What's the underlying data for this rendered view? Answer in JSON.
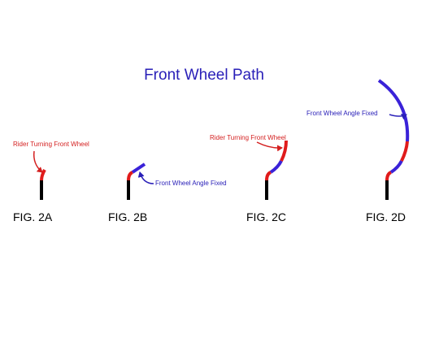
{
  "title": "Front Wheel Path",
  "colors": {
    "title": "#2a20b8",
    "red_label": "#d42020",
    "blue_label": "#2a20b8",
    "red_path": "#e01b1b",
    "blue_path": "#3a22d8",
    "post": "#000000",
    "fig_label": "#000000"
  },
  "figures": [
    {
      "label": "FIG. 2A",
      "annotation": "Rider Turning Front Wheel"
    },
    {
      "label": "FIG. 2B",
      "annotation": "Front Wheel Angle Fixed"
    },
    {
      "label": "FIG. 2C",
      "annotation": "Rider Turning Front Wheel"
    },
    {
      "label": "FIG. 2D",
      "annotation": "Front Wheel Angle Fixed"
    }
  ]
}
